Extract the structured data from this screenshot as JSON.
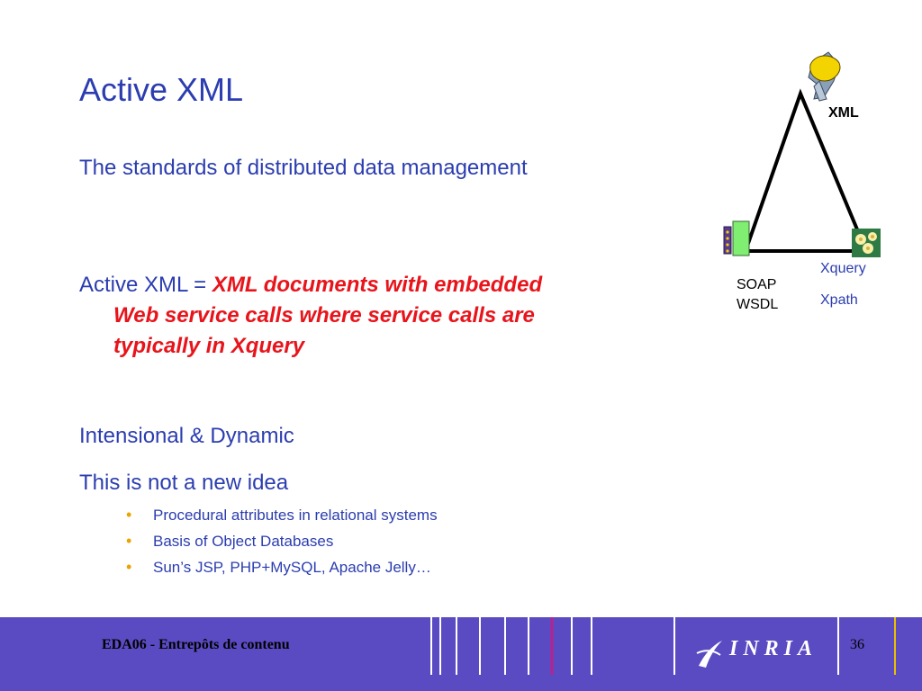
{
  "slide": {
    "title": "Active XML",
    "p1": "The standards of distributed data management",
    "p2_prefix": "Active XML = ",
    "p2_emph": "XML documents with embedded Web service calls where service calls are typically in Xquery",
    "p3": "Intensional & Dynamic",
    "p4": "This is not a new idea",
    "bullets": [
      "Procedural attributes in relational systems",
      "Basis of Object Databases",
      "Sun’s JSP, PHP+MySQL, Apache Jelly…"
    ]
  },
  "diagram": {
    "xml_label": "XML",
    "soap": "SOAP",
    "wsdl": "WSDL",
    "xquery": "Xquery",
    "xpath": "Xpath"
  },
  "footer": {
    "text": "EDA06 - Entrepôts de contenu",
    "page": "36",
    "logo": "INRIA"
  },
  "colors": {
    "title_blue": "#2b3db0",
    "emphasis_red": "#e8141b",
    "footer_bg": "#5a4bc2",
    "bullet": "#e8a400"
  }
}
